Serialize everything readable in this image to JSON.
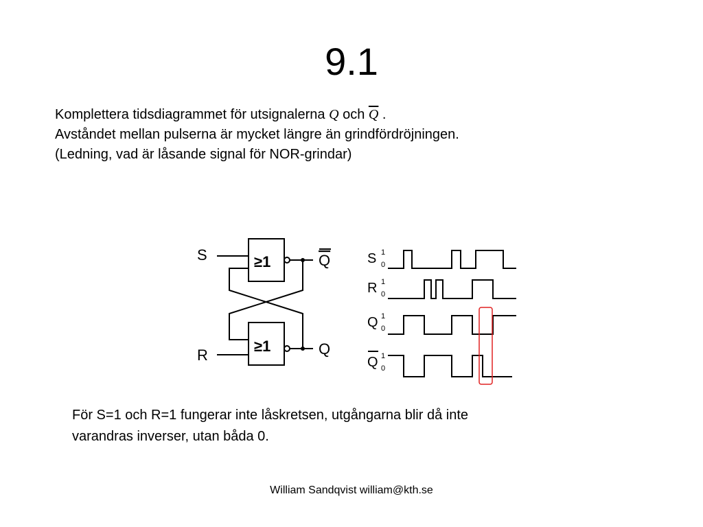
{
  "slide": {
    "title": "9.1",
    "intro": {
      "line1_text": "Komplettera tidsdiagrammet för utsignalerna ",
      "q_symbol": "Q",
      "och": " och ",
      "qbar_symbol": "Q",
      "line1_end": " .",
      "line2": "Avståndet mellan pulserna är mycket längre än grindfördröjningen.",
      "line3": "(Ledning, vad är låsande signal för NOR-grindar)"
    },
    "note": {
      "line1": "För S=1 och R=1 fungerar inte låskretsen, utgångarna blir då inte",
      "line2": "varandras inverser, utan båda 0."
    },
    "footer": "William Sandqvist william@kth.se"
  },
  "circuit": {
    "input_s": "S",
    "input_r": "R",
    "gate_top_label": "≥1",
    "gate_bottom_label": "≥1",
    "output_top": "Q",
    "output_bottom": "Q"
  },
  "timing": {
    "signals": [
      {
        "name": "S",
        "high": "1",
        "low": "0"
      },
      {
        "name": "R",
        "high": "1",
        "low": "0"
      },
      {
        "name": "Q",
        "high": "1",
        "low": "0"
      },
      {
        "name": "Q",
        "high": "1",
        "low": "0",
        "overbar": true
      }
    ],
    "highlight_color": "#e02020"
  }
}
